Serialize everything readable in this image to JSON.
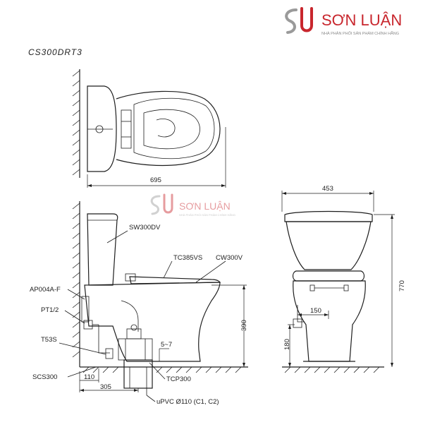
{
  "brand": {
    "name": "SƠN LUẬN",
    "tagline": "NHÀ PHÂN PHỐI SẢN PHẨM CHÍNH HÃNG",
    "color_red": "#c8262d",
    "color_gray": "#9a9a9a"
  },
  "model": "CS300DRT3",
  "dimensions": {
    "top_length": "695",
    "front_width": "453",
    "front_height": "770",
    "front_offset": "150",
    "front_outlet_height": "180",
    "side_height": "390",
    "side_gap": "5~7",
    "side_wall_offset": "110",
    "side_rough_in": "305"
  },
  "parts": {
    "tank": "SW300DV",
    "seat": "TC385VS",
    "bowl": "CW300V",
    "fill_valve": "AP004A-F",
    "pipe": "PT1/2",
    "stop_valve": "T53S",
    "flange": "SCS300",
    "outlet": "TCP300",
    "drain": "uPVC Ø110 (C1, C2)"
  }
}
